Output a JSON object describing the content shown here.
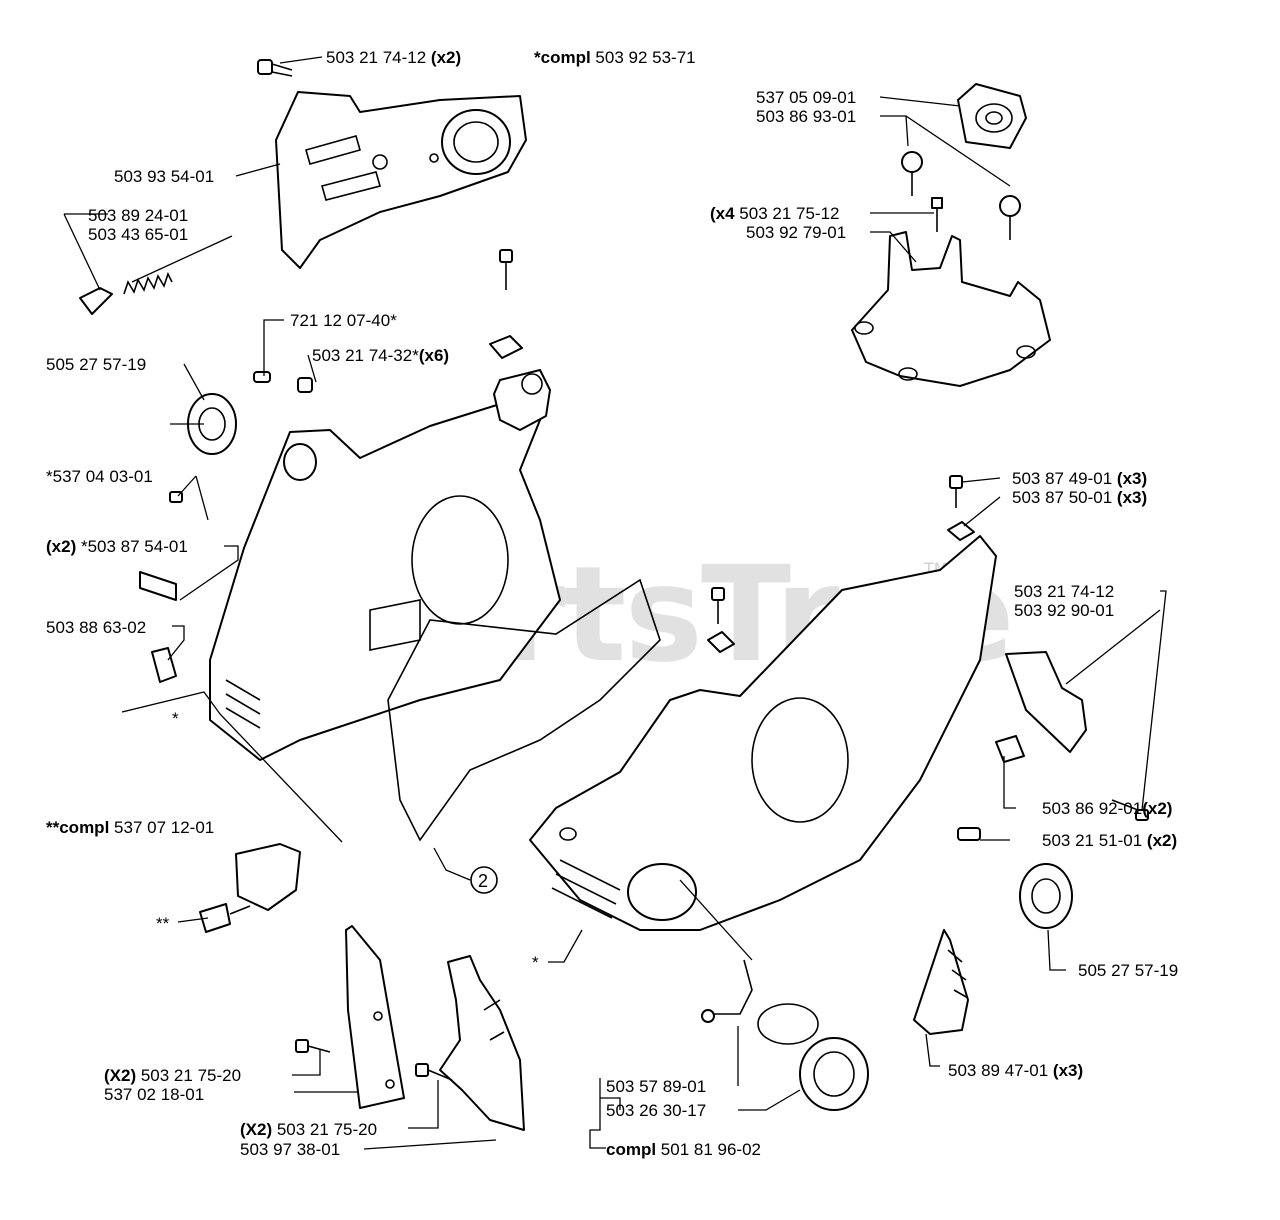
{
  "watermark": {
    "text": "PartsTree",
    "tm": "TM"
  },
  "callout_number": "2",
  "labels": [
    {
      "id": "l01",
      "text": "503 21 74-12 ",
      "bold_suffix": "(x2)"
    },
    {
      "id": "l02",
      "bold_prefix": "*compl ",
      "text": "503 92 53-71"
    },
    {
      "id": "l03",
      "text": "503 93 54-01"
    },
    {
      "id": "l04",
      "text": "537 05 09-01"
    },
    {
      "id": "l05",
      "text": "503 86 93-01"
    },
    {
      "id": "l06",
      "text": "503 89 24-01"
    },
    {
      "id": "l07",
      "text": "503 43 65-01"
    },
    {
      "id": "l08",
      "bold_prefix": "(x4 ",
      "text": "503 21 75-12"
    },
    {
      "id": "l09",
      "text": "503 92 79-01"
    },
    {
      "id": "l10",
      "text": "721 12 07-40*"
    },
    {
      "id": "l11",
      "text": "505 27 57-19"
    },
    {
      "id": "l12",
      "text": "503 21 74-32*",
      "bold_suffix": "(x6)"
    },
    {
      "id": "l13",
      "text": "*537 04 03-01"
    },
    {
      "id": "l14",
      "text": "503 87 49-01 ",
      "bold_suffix": "(x3)"
    },
    {
      "id": "l15",
      "text": "503 87 50-01 ",
      "bold_suffix": "(x3)"
    },
    {
      "id": "l16",
      "bold_prefix": "(x2) ",
      "text": "*503 87 54-01"
    },
    {
      "id": "l17",
      "text": "503 21 74-12"
    },
    {
      "id": "l18",
      "text": "503 92 90-01"
    },
    {
      "id": "l19",
      "text": "503 88 63-02"
    },
    {
      "id": "l20",
      "text": "*"
    },
    {
      "id": "l21",
      "text": "503 86 92-01",
      "bold_suffix": "(x2)"
    },
    {
      "id": "l22",
      "bold_prefix": "**compl ",
      "text": "537 07 12-01"
    },
    {
      "id": "l23",
      "text": "503 21 51-01  ",
      "bold_suffix": "(x2)"
    },
    {
      "id": "l24",
      "text": "**"
    },
    {
      "id": "l25",
      "text": "*"
    },
    {
      "id": "l26",
      "text": "505 27 57-19"
    },
    {
      "id": "l27",
      "bold_prefix": "(X2) ",
      "text": "503 21 75-20"
    },
    {
      "id": "l28",
      "text": "537 02 18-01"
    },
    {
      "id": "l29",
      "text": "503 57 89-01"
    },
    {
      "id": "l30",
      "text": "503 26 30-17"
    },
    {
      "id": "l31",
      "text": "503 89 47-01 ",
      "bold_suffix": "(x3)"
    },
    {
      "id": "l32",
      "bold_prefix": "(X2) ",
      "text": "503 21 75-20"
    },
    {
      "id": "l33",
      "text": "503 97 38-01"
    },
    {
      "id": "l34",
      "bold_prefix": "compl ",
      "text": "501 81 96-02"
    }
  ]
}
